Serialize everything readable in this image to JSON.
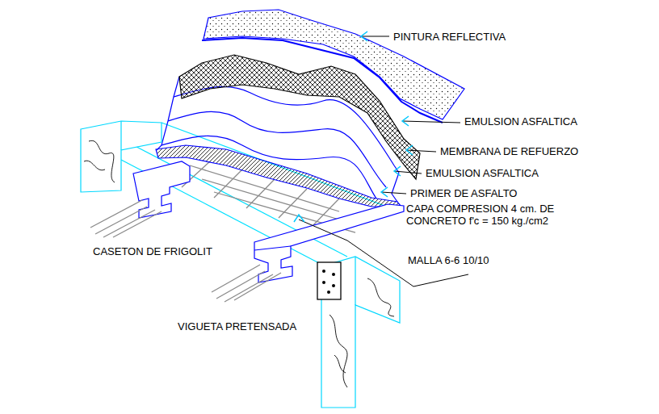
{
  "diagram": {
    "labels": [
      "PINTURA REFLECTIVA",
      "EMULSION ASFALTICA",
      "MEMBRANA DE REFUERZO",
      "EMULSION ASFALTICA",
      "PRIMER DE ASFALTO",
      "CAPA COMPRESION 4 cm. DE CONCRETO f'c = 150 kg./cm2",
      "MALLA 6-6 10/10",
      "CASETON DE FRIGOLIT",
      "VIGUETA PRETENSADA"
    ]
  }
}
